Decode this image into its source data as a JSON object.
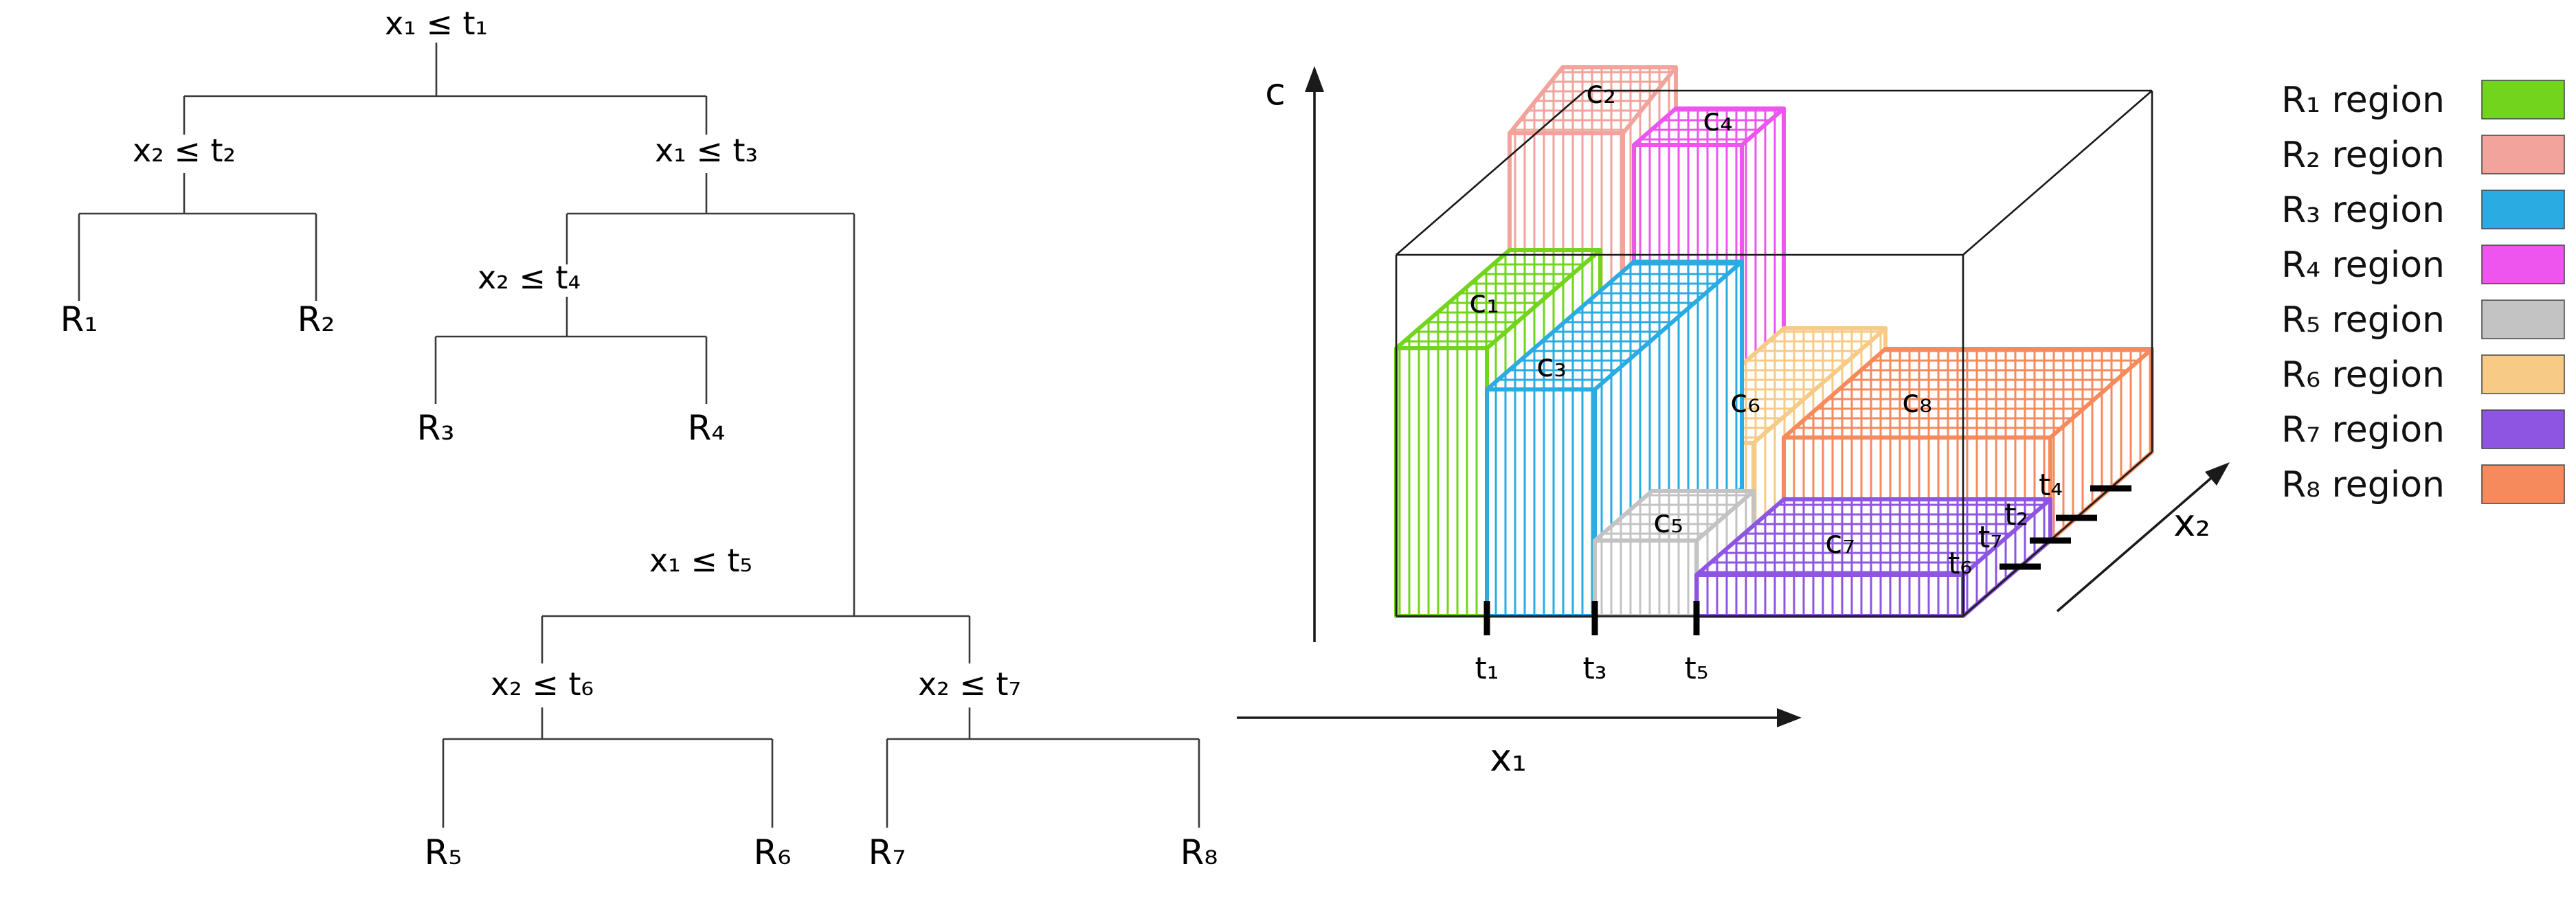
{
  "colors": {
    "regions": {
      "r1": "#72d41c",
      "r2": "#f2a39b",
      "r3": "#2aabe2",
      "r4": "#ee55ee",
      "r5": "#c3c3c3",
      "r6": "#f7ca85",
      "r7": "#8d55e2",
      "r8": "#f68a5c"
    },
    "line": "#1a1a1a"
  },
  "tree": {
    "nodes": {
      "n1": "x₁ ≤ t₁",
      "n2": "x₂ ≤ t₂",
      "n3": "x₁ ≤ t₃",
      "n4": "x₂ ≤ t₄",
      "n5": "x₁ ≤ t₅",
      "n6": "x₂ ≤ t₆",
      "n7": "x₂ ≤ t₇"
    },
    "leaves": {
      "r1": "R₁",
      "r2": "R₂",
      "r3": "R₃",
      "r4": "R₄",
      "r5": "R₅",
      "r6": "R₆",
      "r7": "R₇",
      "r8": "R₈"
    }
  },
  "plot": {
    "axis_c": "c",
    "axis_x1": "x₁",
    "axis_x2": "x₂",
    "x1_ticks": [
      "t₁",
      "t₃",
      "t₅"
    ],
    "x2_ticks": [
      "t₆",
      "t₇",
      "t₂",
      "t₄"
    ],
    "bar_labels": [
      "c₁",
      "c₂",
      "c₃",
      "c₄",
      "c₅",
      "c₆",
      "c₇",
      "c₈"
    ]
  },
  "legend": {
    "items": [
      {
        "label": "R₁ region",
        "color_key": "r1"
      },
      {
        "label": "R₂ region",
        "color_key": "r2"
      },
      {
        "label": "R₃ region",
        "color_key": "r3"
      },
      {
        "label": "R₄ region",
        "color_key": "r4"
      },
      {
        "label": "R₅ region",
        "color_key": "r5"
      },
      {
        "label": "R₆ region",
        "color_key": "r6"
      },
      {
        "label": "R₇ region",
        "color_key": "r7"
      },
      {
        "label": "R₈ region",
        "color_key": "r8"
      }
    ]
  }
}
